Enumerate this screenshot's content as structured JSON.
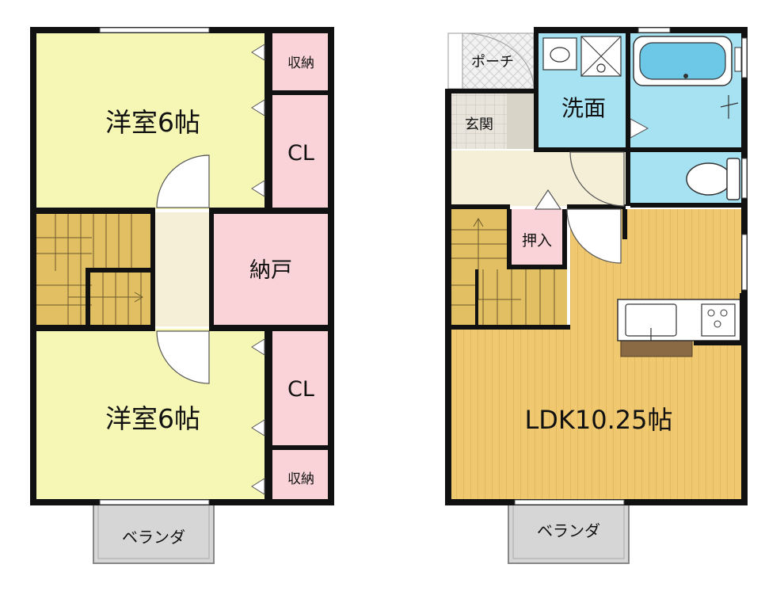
{
  "upper_floor": {
    "western_room_top": "洋室6帖",
    "western_room_bottom": "洋室6帖",
    "storage_top": "収納",
    "storage_bottom": "収納",
    "closet_top": "CL",
    "closet_bottom": "CL",
    "nando": "納戸",
    "veranda": "ベランダ"
  },
  "lower_floor": {
    "porch": "ポーチ",
    "entrance": "玄関",
    "washroom": "洗面",
    "oshiire": "押入",
    "ldk": "LDK10.25帖",
    "veranda": "ベランダ"
  },
  "colors": {
    "wall": "#111111",
    "western_room": "#f7f7b5",
    "storage": "#f9d3d8",
    "stair": "#e2bf63",
    "hall": "#f5efd8",
    "wet_area": "#a7e2f2",
    "flooring": "#efc870",
    "veranda": "#d6d6d6",
    "entrance_tile": "#d9d4c8"
  }
}
